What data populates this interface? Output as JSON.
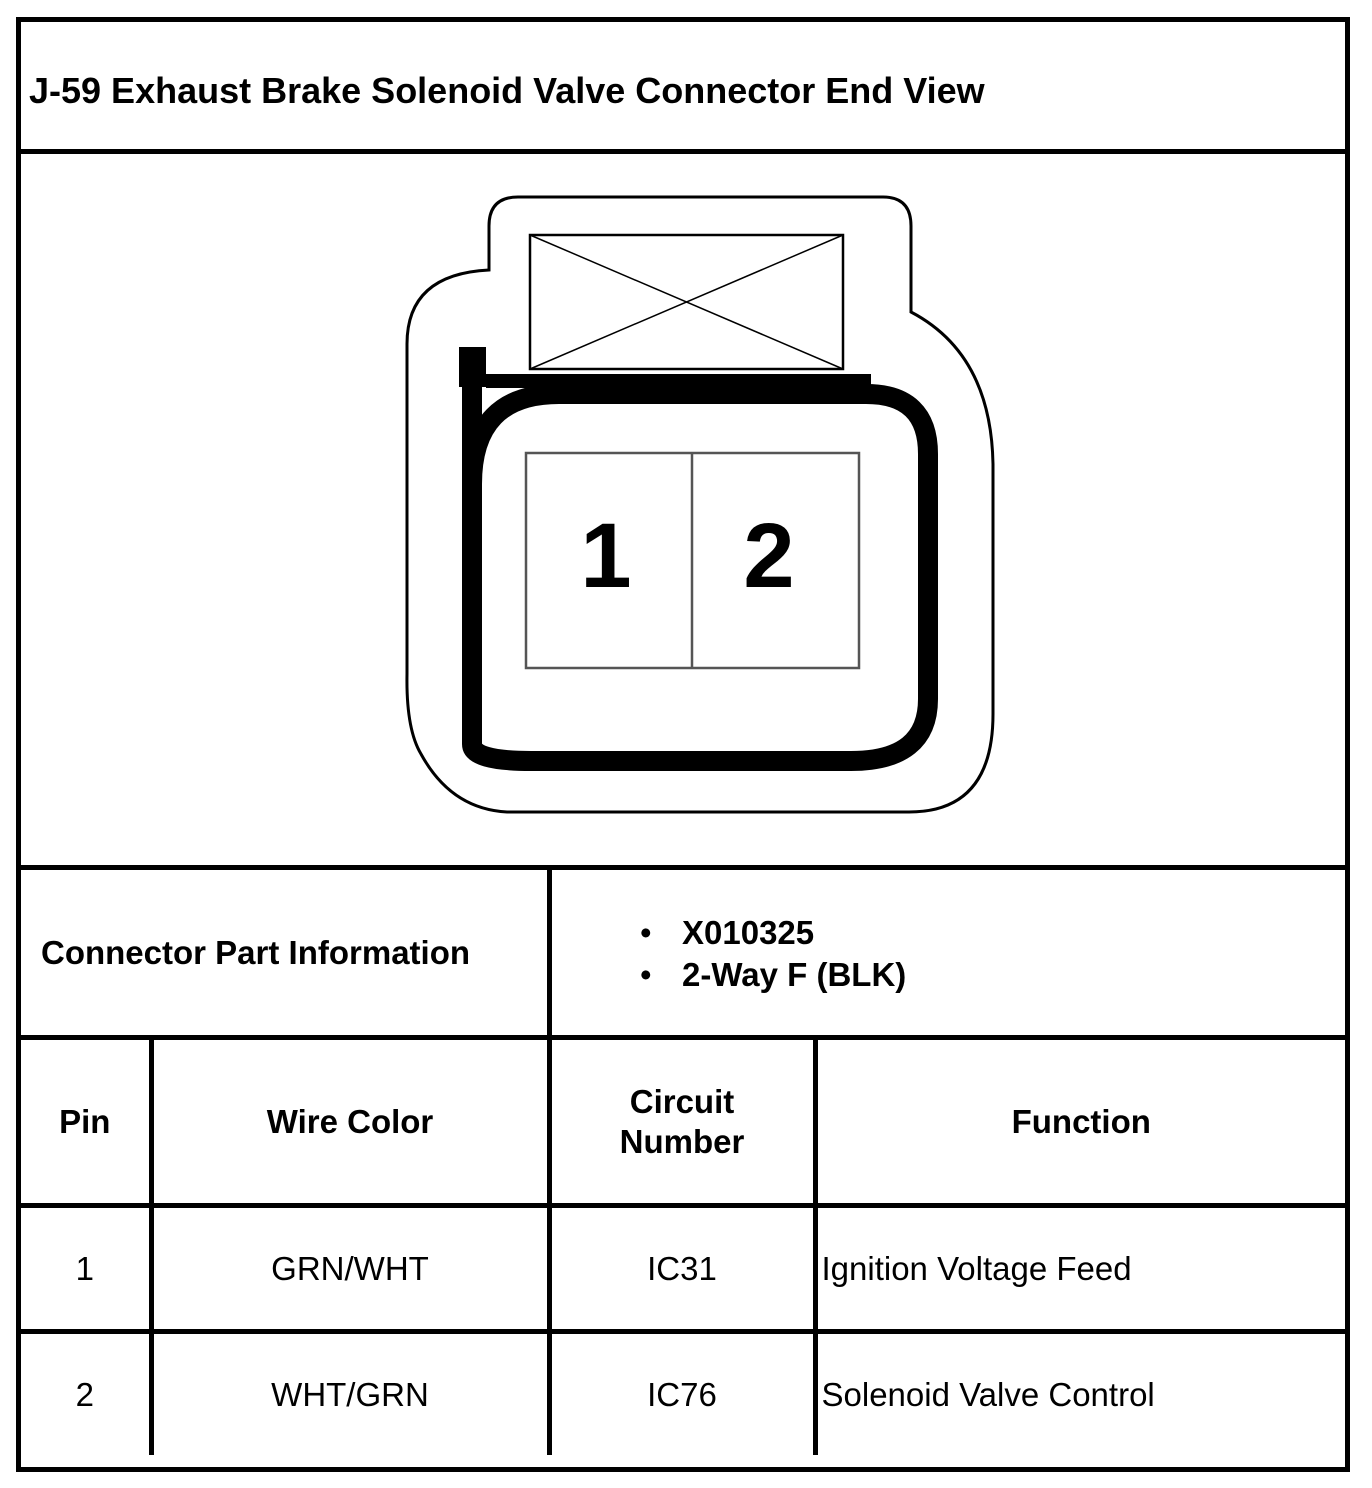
{
  "title": "J-59 Exhaust Brake Solenoid Valve Connector End View",
  "connector": {
    "cavities": [
      "1",
      "2"
    ]
  },
  "part_info": {
    "label": "Connector Part Information",
    "items": [
      "X010325",
      "2-Way F (BLK)"
    ]
  },
  "pin_table": {
    "headers": {
      "pin": "Pin",
      "wire_color": "Wire Color",
      "circuit_line1": "Circuit",
      "circuit_line2": "Number",
      "function": "Function"
    },
    "rows": [
      {
        "pin": "1",
        "wire_color": "GRN/WHT",
        "circuit": "IC31",
        "function": "Ignition Voltage Feed"
      },
      {
        "pin": "2",
        "wire_color": "WHT/GRN",
        "circuit": "IC76",
        "function": "Solenoid Valve Control"
      }
    ]
  }
}
